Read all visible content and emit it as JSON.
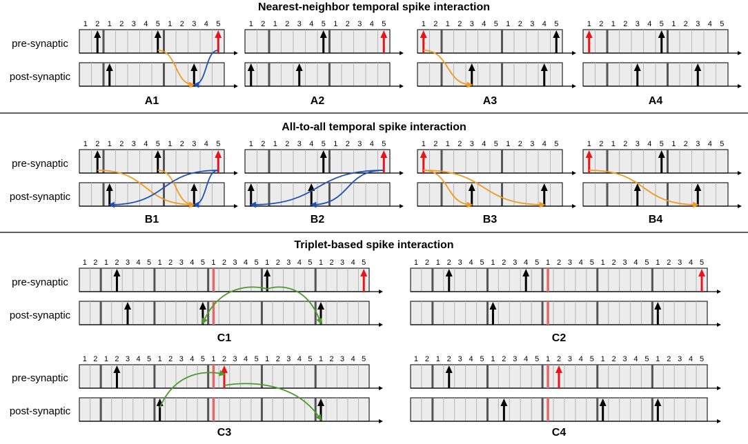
{
  "sections": [
    {
      "title": "Nearest-neighbor temporal spike interaction"
    },
    {
      "title": "All-to-all temporal spike interaction"
    },
    {
      "title": "Triplet-based spike interaction"
    }
  ],
  "row_labels": {
    "pre": "pre-synaptic",
    "post": "post-synaptic"
  },
  "panels": [
    {
      "label": "A1",
      "ticks": [
        "1",
        "2",
        "1",
        "2",
        "3",
        "4",
        "5",
        "1",
        "2",
        "3",
        "4",
        "5"
      ]
    },
    {
      "label": "A2",
      "ticks": [
        "1",
        "2",
        "1",
        "2",
        "3",
        "4",
        "5",
        "1",
        "2",
        "3",
        "4",
        "5"
      ]
    },
    {
      "label": "A3",
      "ticks": [
        "1",
        "2",
        "1",
        "2",
        "3",
        "4",
        "5",
        "1",
        "2",
        "3",
        "4",
        "5"
      ]
    },
    {
      "label": "A4",
      "ticks": [
        "1",
        "2",
        "1",
        "2",
        "3",
        "4",
        "5",
        "1",
        "2",
        "3",
        "4",
        "5"
      ]
    },
    {
      "label": "B1",
      "ticks": [
        "1",
        "2",
        "1",
        "2",
        "3",
        "4",
        "5",
        "1",
        "2",
        "3",
        "4",
        "5"
      ]
    },
    {
      "label": "B2",
      "ticks": [
        "1",
        "2",
        "1",
        "2",
        "3",
        "4",
        "5",
        "1",
        "2",
        "3",
        "4",
        "5"
      ]
    },
    {
      "label": "B3",
      "ticks": [
        "1",
        "2",
        "1",
        "2",
        "3",
        "4",
        "5",
        "1",
        "2",
        "3",
        "4",
        "5"
      ]
    },
    {
      "label": "B4",
      "ticks": [
        "1",
        "2",
        "1",
        "2",
        "3",
        "4",
        "5",
        "1",
        "2",
        "3",
        "4",
        "5"
      ]
    },
    {
      "label": "C1",
      "ticks": [
        "1",
        "2",
        "1",
        "2",
        "3",
        "4",
        "5",
        "1",
        "2",
        "3",
        "4",
        "5",
        "1",
        "2",
        "3",
        "4",
        "5",
        "1",
        "2",
        "3",
        "4",
        "5",
        "1",
        "2",
        "3",
        "4",
        "5"
      ]
    },
    {
      "label": "C2",
      "ticks": [
        "1",
        "2",
        "1",
        "2",
        "3",
        "4",
        "5",
        "1",
        "2",
        "3",
        "4",
        "5",
        "1",
        "2",
        "3",
        "4",
        "5",
        "1",
        "2",
        "3",
        "4",
        "5",
        "1",
        "2",
        "3",
        "4",
        "5"
      ]
    },
    {
      "label": "C3",
      "ticks": [
        "1",
        "2",
        "1",
        "2",
        "3",
        "4",
        "5",
        "1",
        "2",
        "3",
        "4",
        "5",
        "1",
        "2",
        "3",
        "4",
        "5",
        "1",
        "2",
        "3",
        "4",
        "5",
        "1",
        "2",
        "3",
        "4",
        "5"
      ]
    },
    {
      "label": "C4",
      "ticks": [
        "1",
        "2",
        "1",
        "2",
        "3",
        "4",
        "5",
        "1",
        "2",
        "3",
        "4",
        "5",
        "1",
        "2",
        "3",
        "4",
        "5",
        "1",
        "2",
        "3",
        "4",
        "5",
        "1",
        "2",
        "3",
        "4",
        "5"
      ]
    }
  ],
  "colors": {
    "current_spike": "#e8141b",
    "spike": "#000000",
    "ltp_arrow": "#f29a1d",
    "ltd_arrow": "#1f4fb5",
    "triplet_arrow": "#4e9a2c",
    "current_marker": "#e06a6a",
    "panel_fill": "#ececec"
  }
}
